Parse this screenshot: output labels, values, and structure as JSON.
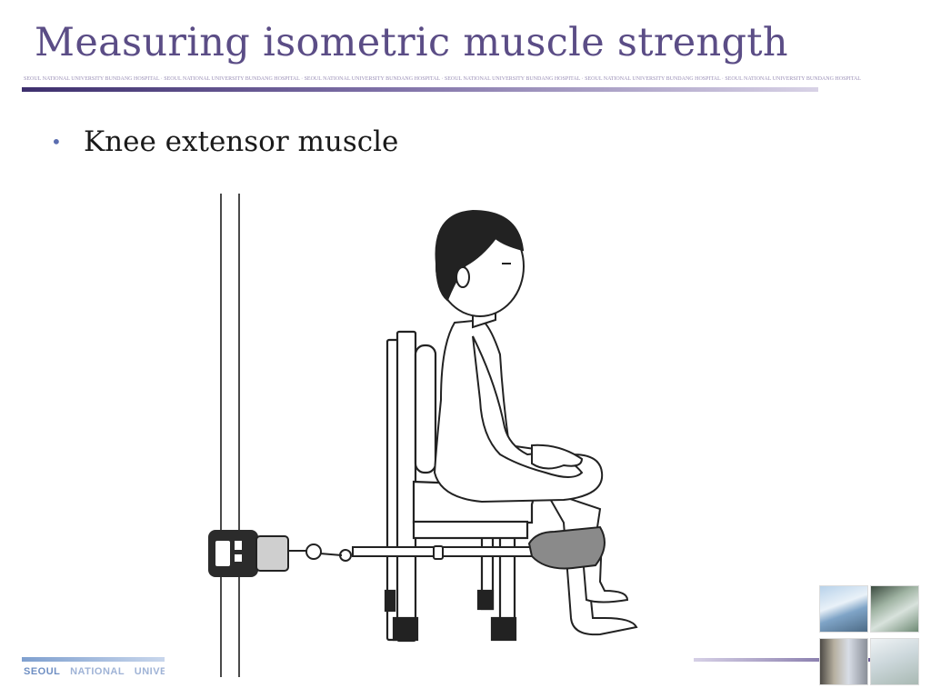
{
  "slide": {
    "title": "Measuring isometric muscle strength",
    "banner_text": "SEOUL NATIONAL UNIVERSITY BUNDANG HOSPITAL  ·  SEOUL NATIONAL UNIVERSITY BUNDANG HOSPITAL  ·  SEOUL NATIONAL UNIVERSITY BUNDANG HOSPITAL  ·  SEOUL NATIONAL UNIVERSITY BUNDANG HOSPITAL  ·  SEOUL NATIONAL UNIVERSITY BUNDANG HOSPITAL  ·  SEOUL NATIONAL UNIVERSITY BUNDANG HOSPITAL",
    "bullets": [
      {
        "marker": "•",
        "text": "Knee extensor muscle"
      }
    ]
  },
  "footer": {
    "word1": "SEOUL",
    "word2": "NATIONAL",
    "word3": "UNIVE"
  },
  "colors": {
    "title": "#5b4d86",
    "accent_line": "#3d2f6d",
    "bullet": "#5b6db0",
    "footer_text": "#9fb3d6"
  },
  "illustration": {
    "icons": [
      "wall",
      "chair",
      "seated-child",
      "handheld-dynamometer",
      "strap",
      "knee-pad"
    ]
  }
}
